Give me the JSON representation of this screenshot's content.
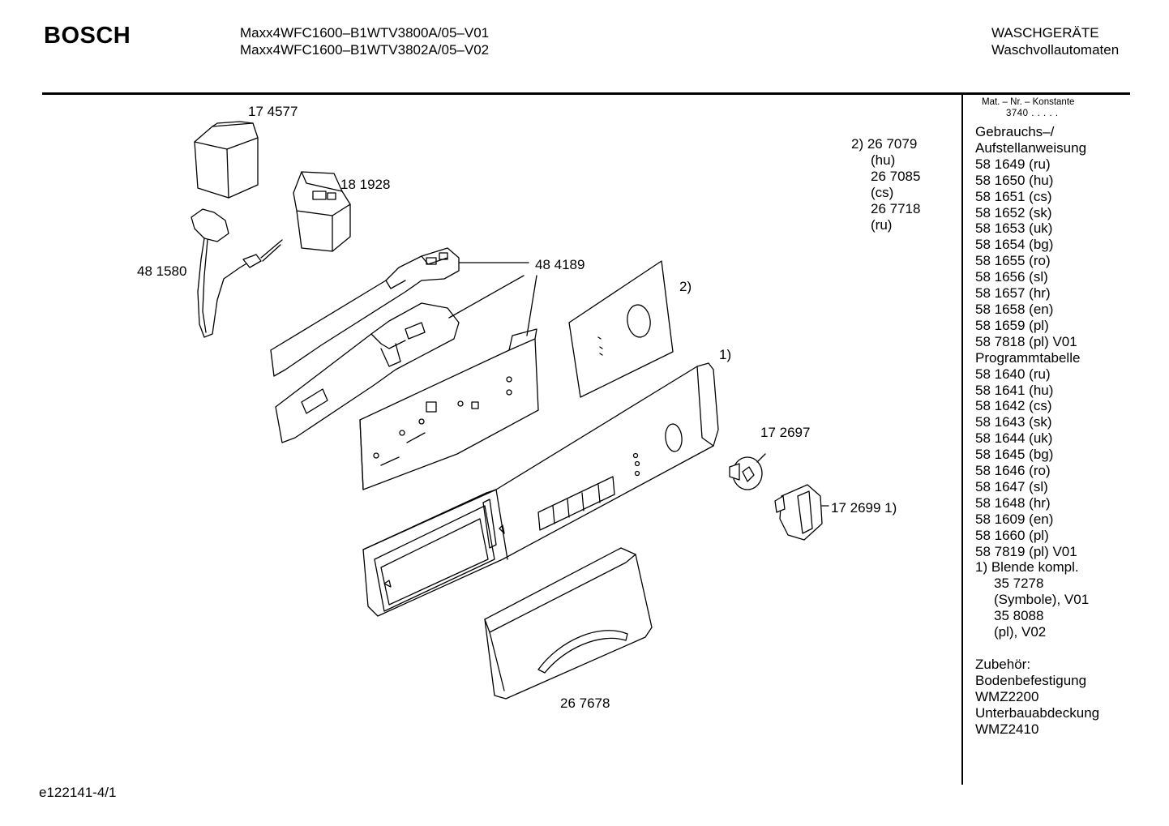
{
  "header": {
    "brand": "BOSCH",
    "models": [
      "Maxx4WFC1600–B1WTV3800A/05–V01",
      "Maxx4WFC1600–B1WTV3802A/05–V02"
    ],
    "category": [
      "WASCHGERÄTE",
      "Waschvollautomaten"
    ]
  },
  "sidebar": {
    "konstante_label": "Mat. – Nr. – Konstante",
    "konstante_value": "3740 . . . . .",
    "lines": [
      "Gebrauchs–/",
      "Aufstellanweisung",
      "58 1649 (ru)",
      "58 1650 (hu)",
      "58 1651 (cs)",
      "58 1652 (sk)",
      "58 1653 (uk)",
      "58 1654 (bg)",
      "58 1655 (ro)",
      "58 1656 (sl)",
      "58 1657 (hr)",
      "58 1658 (en)",
      "58 1659 (pl)",
      "58 7818 (pl) V01",
      "Programmtabelle",
      "58 1640 (ru)",
      "58 1641 (hu)",
      "58 1642 (cs)",
      "58 1643 (sk)",
      "58 1644 (uk)",
      "58 1645 (bg)",
      "58 1646 (ro)",
      "58 1647 (sl)",
      "58 1648 (hr)",
      "58 1609 (en)",
      "58 1660 (pl)",
      "58 7819 (pl) V01",
      "1) Blende kompl."
    ],
    "indented_lines": [
      "35 7278",
      "(Symbole), V01",
      "35 8088",
      "(pl), V02"
    ],
    "accessories": [
      "Zubehör:",
      "Bodenbefestigung",
      "WMZ2200",
      "Unterbauabdeckung",
      "WMZ2410"
    ]
  },
  "note2": {
    "lines": [
      "2) 26 7079",
      "(hu)",
      "26 7085",
      "(cs)",
      "26 7718",
      "(ru)"
    ]
  },
  "callouts": {
    "p174577": "17 4577",
    "p181928": "18 1928",
    "p481580": "48 1580",
    "p484189": "48 4189",
    "label2": "2)",
    "label1": "1)",
    "p172697": "17 2697",
    "p172699": "17 2699 1)",
    "p267678": "26 7678"
  },
  "footer": {
    "code": "e122141-4/1"
  }
}
